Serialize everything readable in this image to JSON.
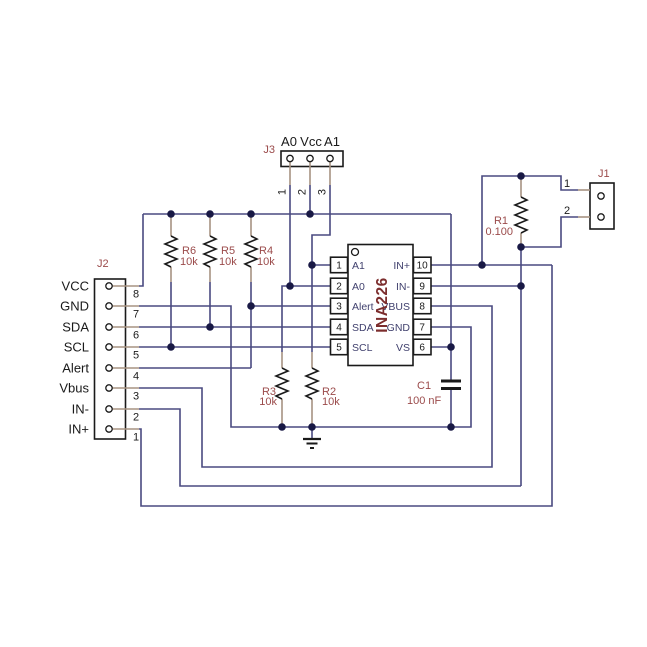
{
  "schematic": {
    "connectors": {
      "j2": {
        "designator": "J2",
        "pin_labels": [
          "VCC",
          "GND",
          "SDA",
          "SCL",
          "Alert",
          "Vbus",
          "IN-",
          "IN+"
        ],
        "pin_numbers": [
          "8",
          "7",
          "6",
          "5",
          "4",
          "3",
          "2",
          "1"
        ]
      },
      "j3": {
        "designator": "J3",
        "pin_labels": [
          "A0",
          "Vcc",
          "A1"
        ],
        "pin_numbers": [
          "1",
          "2",
          "3"
        ]
      },
      "j1": {
        "designator": "J1",
        "pin_numbers": [
          "1",
          "2"
        ]
      }
    },
    "ic": {
      "name": "INA226",
      "left_pins": [
        {
          "num": "1",
          "label": "A1"
        },
        {
          "num": "2",
          "label": "A0"
        },
        {
          "num": "3",
          "label": "Alert"
        },
        {
          "num": "4",
          "label": "SDA"
        },
        {
          "num": "5",
          "label": "SCL"
        }
      ],
      "right_pins": [
        {
          "num": "10",
          "label": "IN+"
        },
        {
          "num": "9",
          "label": "IN-"
        },
        {
          "num": "8",
          "label": "VBUS"
        },
        {
          "num": "7",
          "label": "GND"
        },
        {
          "num": "6",
          "label": "VS"
        }
      ]
    },
    "resistors": [
      {
        "ref": "R1",
        "value": "0.100"
      },
      {
        "ref": "R2",
        "value": "10k"
      },
      {
        "ref": "R3",
        "value": "10k"
      },
      {
        "ref": "R4",
        "value": "10k"
      },
      {
        "ref": "R5",
        "value": "10k"
      },
      {
        "ref": "R6",
        "value": "10k"
      }
    ],
    "capacitor": {
      "ref": "C1",
      "value": "100 nF"
    },
    "colors": {
      "background": "#ffffff",
      "wire": "#4a4a80",
      "junction": "#191945",
      "lead": "#a79382",
      "outline": "#1a1a1a",
      "value_label": "#9b4b4b",
      "ic_name": "#7c2d2d",
      "ic_pin_name": "#41416e",
      "text": "#1a1a1a"
    }
  }
}
